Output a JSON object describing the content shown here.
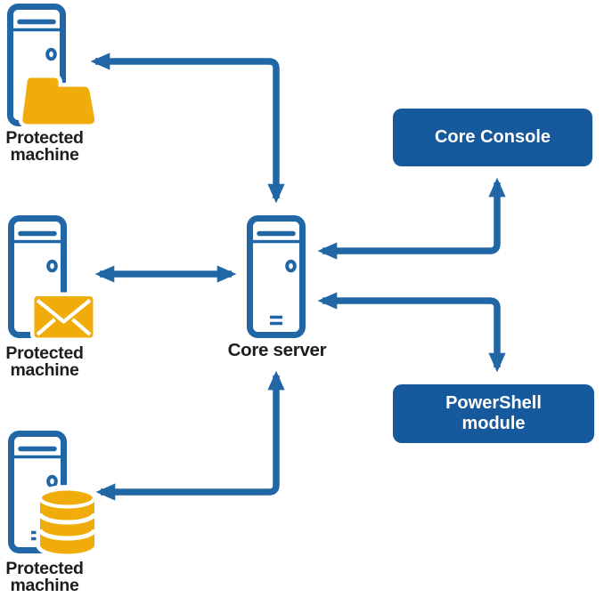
{
  "colors": {
    "box_blue": "#17599D",
    "line_blue": "#2166A5",
    "amber": "#F0AC0B",
    "label_text": "#1D1D1D",
    "box_text": "#FFFFFF"
  },
  "machines": [
    {
      "name": "protected-machine-file",
      "label_lines": [
        "Protected",
        "machine"
      ],
      "icon": "folder-icon"
    },
    {
      "name": "protected-machine-mail",
      "label_lines": [
        "Protected",
        "machine"
      ],
      "icon": "envelope-icon"
    },
    {
      "name": "protected-machine-database",
      "label_lines": [
        "Protected",
        "machine"
      ],
      "icon": "database-icon"
    }
  ],
  "core_server": {
    "label": "Core server",
    "icon": "server-tower-icon"
  },
  "boxes": [
    {
      "name": "core-console",
      "label_lines": [
        "Core Console"
      ]
    },
    {
      "name": "powershell-module",
      "label_lines": [
        "PowerShell",
        "module"
      ]
    }
  ],
  "connections": [
    {
      "from": "protected-machine-file",
      "to": "core-server",
      "type": "bidirectional"
    },
    {
      "from": "protected-machine-mail",
      "to": "core-server",
      "type": "bidirectional"
    },
    {
      "from": "protected-machine-database",
      "to": "core-server",
      "type": "bidirectional"
    },
    {
      "from": "core-console",
      "to": "core-server",
      "type": "bidirectional"
    },
    {
      "from": "powershell-module",
      "to": "core-server",
      "type": "bidirectional"
    }
  ]
}
